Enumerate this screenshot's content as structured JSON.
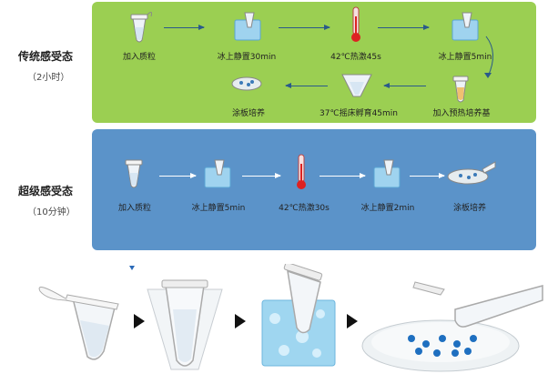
{
  "traditional": {
    "title": "传统感受态",
    "duration": "（2小时）",
    "steps": [
      "加入质粒",
      "冰上静置30min",
      "42℃热激45s",
      "冰上静置5min",
      "加入预热培养基",
      "37℃摇床孵育45min",
      "涂板培养"
    ]
  },
  "super": {
    "title": "超级感受态",
    "duration": "（10分钟）",
    "steps": [
      "加入质粒",
      "冰上静置5min",
      "42℃热激30s",
      "冰上静置2min",
      "涂板培养"
    ]
  },
  "colors": {
    "traditional_panel": "#9bcf52",
    "super_panel": "#5b93c9",
    "arrow": "#2a5a8a"
  },
  "icons": [
    "tube-icon",
    "ice-tube-icon",
    "thermometer-icon",
    "shaker-flask-icon",
    "petri-dish-icon"
  ]
}
